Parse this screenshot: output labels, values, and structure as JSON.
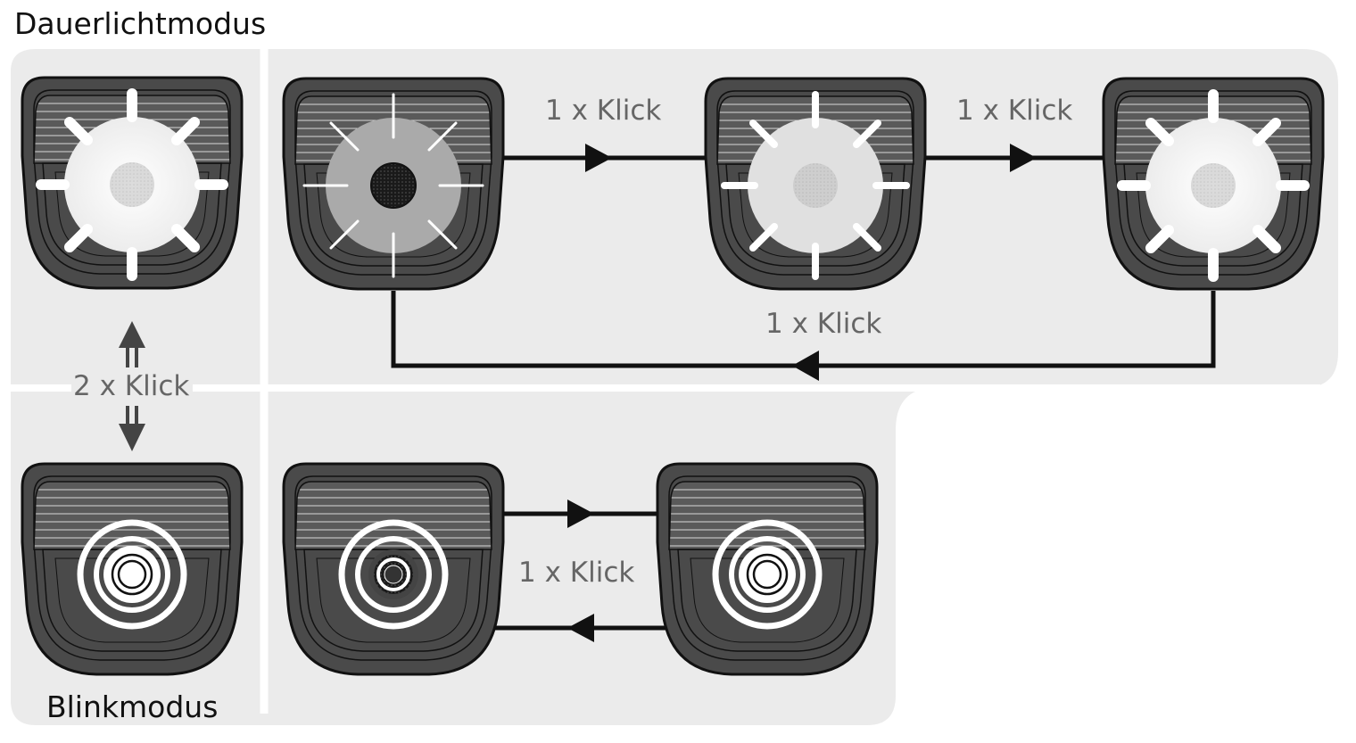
{
  "modes": {
    "steady": {
      "title": "Dauerlichtmodus"
    },
    "blink": {
      "title": "Blinkmodus"
    }
  },
  "transitions": {
    "steady_low_to_mid": "1 x Klick",
    "steady_mid_to_high": "1 x Klick",
    "steady_high_to_low": "1 x Klick",
    "blink_toggle": "1 x Klick",
    "mode_switch": "2 x Klick"
  },
  "colors": {
    "panel": "#ebebeb",
    "device_body": "#4a4a4a",
    "device_outline": "#111111",
    "arrow": "#111111",
    "label": "#666666"
  }
}
